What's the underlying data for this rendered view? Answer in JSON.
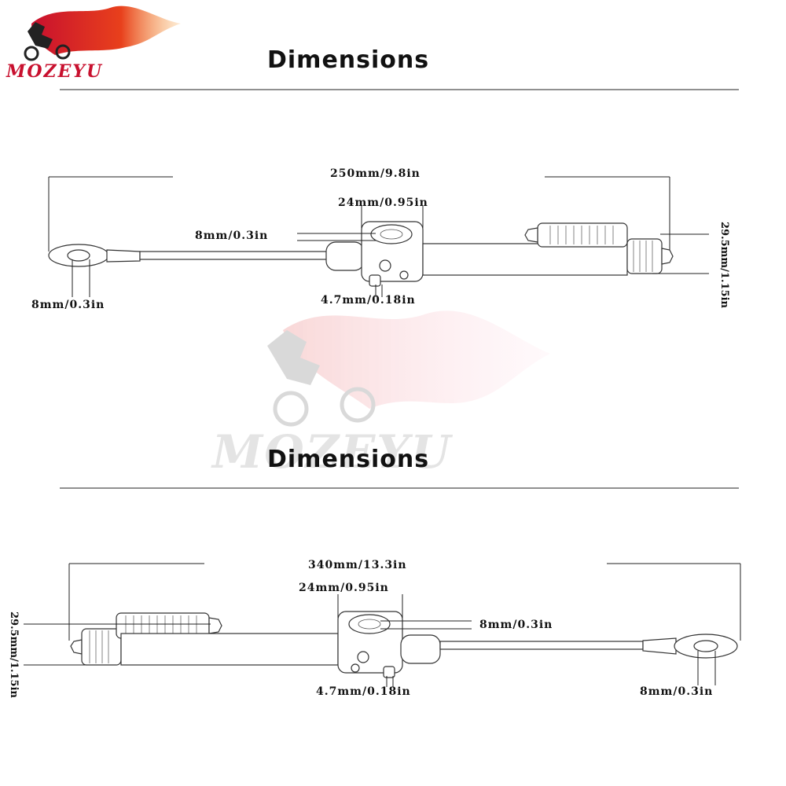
{
  "brand": {
    "logo_text": "MOZEYU",
    "watermark_text": "MOZEYU"
  },
  "sections": [
    {
      "heading": "Dimensions",
      "total_length": "250mm/9.8in",
      "body_width": "24mm/0.95in",
      "bore_upper": "8mm/0.3in",
      "eye_bore": "8mm/0.3in",
      "pin": "4.7mm/0.18in",
      "height": "29.5mm/1.15in"
    },
    {
      "heading": "Dimensions",
      "total_length": "340mm/13.3in",
      "body_width": "24mm/0.95in",
      "bore_upper": "8mm/0.3in",
      "eye_bore": "8mm/0.3in",
      "pin": "4.7mm/0.18in",
      "height": "29.5mm/1.15in"
    }
  ],
  "colors": {
    "flame_red": "#c8102e",
    "flame_orange": "#f07a1a",
    "ink": "#111111",
    "watermark": "#d9d9d9"
  }
}
